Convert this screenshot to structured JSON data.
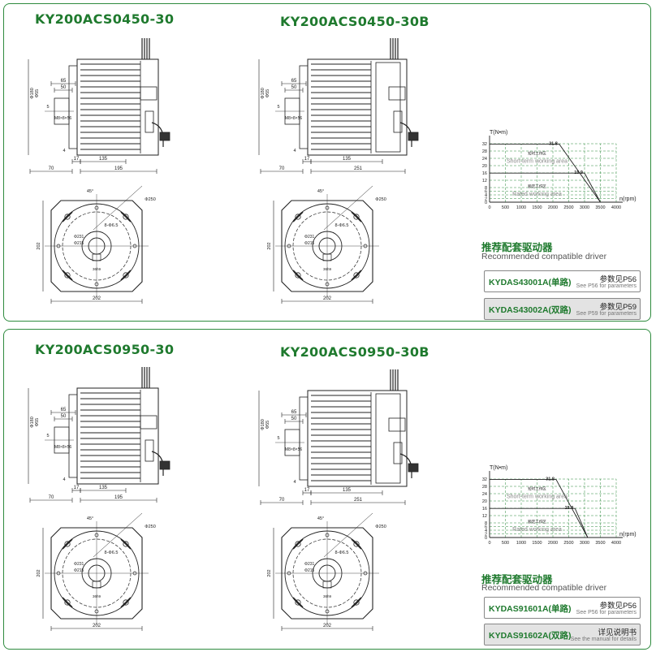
{
  "panels": [
    {
      "models": [
        "KY200ACS0450-30",
        "KY200ACS0450-30B"
      ],
      "recommend_cn": "推荐配套驱动器",
      "recommend_en": "Recommended compatible driver",
      "drivers": [
        {
          "name": "KYDAS43001A(单路)",
          "ref_cn": "参数见P56",
          "ref_en": "See P56 for parameters"
        },
        {
          "name": "KYDAS43002A(双路)",
          "ref_cn": "参数见P59",
          "ref_en": "See P59 for parameters"
        }
      ]
    },
    {
      "models": [
        "KY200ACS0950-30",
        "KY200ACS0950-30B"
      ],
      "recommend_cn": "推荐配套驱动器",
      "recommend_en": "Recommended compatible driver",
      "drivers": [
        {
          "name": "KYDAS91601A(单路)",
          "ref_cn": "参数见P56",
          "ref_en": "See P56 for parameters"
        },
        {
          "name": "KYDAS91602A(双路)",
          "ref_cn": "详见说明书",
          "ref_en": "See the manual for details"
        }
      ]
    }
  ],
  "dims": {
    "d5": "5",
    "d65": "65",
    "d50": "50",
    "d4": "4",
    "d17": "17",
    "d70": "70",
    "d135": "135",
    "d195": "195",
    "d251": "251",
    "d_shaft": "Φ55",
    "d_boss": "Φ180",
    "key": "M8×8×56",
    "d_bolt": "Φ250",
    "holes": "8-Φ6.5",
    "d231": "Φ231",
    "d215": "Φ215",
    "d202h": "202",
    "d202w": "202",
    "angle": "45°",
    "d36": "36",
    "keyb": "36h9"
  },
  "chart_data": [
    {
      "type": "line",
      "ylabel": "T(N•m)",
      "xlabel": "n(rpm)",
      "xlim": [
        0,
        4000
      ],
      "ylim": [
        0,
        32
      ],
      "x_ticks": [
        0,
        500,
        1000,
        1500,
        2000,
        2500,
        3000,
        3500,
        4000
      ],
      "y_ticks": [
        0,
        2,
        4,
        6,
        8,
        12,
        16,
        20,
        24,
        28,
        32
      ],
      "peak_label": "31.8",
      "rated_label": "15.9",
      "short_term_curve": [
        [
          0,
          31.8
        ],
        [
          2200,
          31.8
        ],
        [
          3500,
          0
        ]
      ],
      "rated_curve": [
        [
          0,
          15.9
        ],
        [
          3000,
          15.9
        ],
        [
          3500,
          0
        ]
      ],
      "short_term_cn": "短时工作区",
      "short_term_en": "Short-term working area",
      "rated_cn": "额定工作区",
      "rated_en": "Rated working area",
      "grid": true
    },
    {
      "type": "line",
      "ylabel": "T(N•m)",
      "xlabel": "n(rpm)",
      "xlim": [
        0,
        4000
      ],
      "ylim": [
        0,
        32
      ],
      "x_ticks": [
        0,
        500,
        1000,
        1500,
        2000,
        2500,
        3000,
        3500,
        4000
      ],
      "y_ticks": [
        0,
        2,
        4,
        6,
        8,
        12,
        16,
        20,
        24,
        28,
        32
      ],
      "peak_label": "31.8",
      "rated_label": "15.9",
      "short_term_curve": [
        [
          0,
          31.8
        ],
        [
          2100,
          31.8
        ],
        [
          3100,
          0
        ]
      ],
      "rated_curve": [
        [
          0,
          15.9
        ],
        [
          2700,
          15.9
        ],
        [
          3100,
          0
        ]
      ],
      "short_term_cn": "短时工作区",
      "short_term_en": "Short-term working area",
      "rated_cn": "额定工作区",
      "rated_en": "Rated working area",
      "grid": true
    }
  ]
}
